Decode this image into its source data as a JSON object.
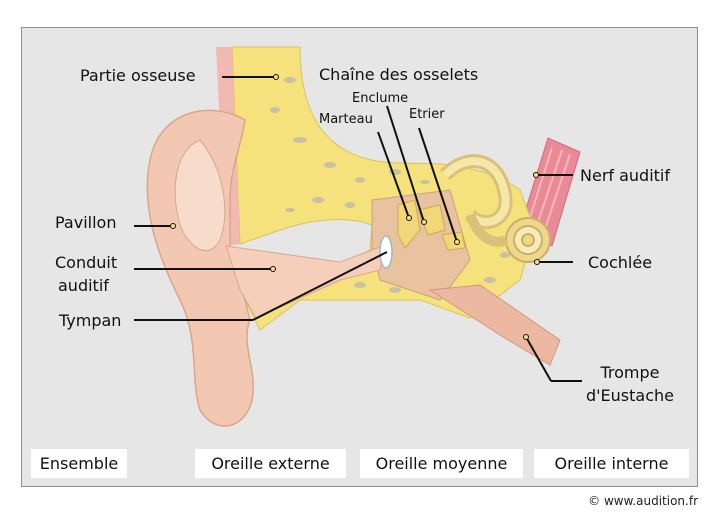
{
  "colors": {
    "background": "#e6e6e6",
    "skin": "#f3c8b2",
    "skin_light": "#f8dccb",
    "bone": "#f5e27c",
    "bone_spots": "#c9c1a3",
    "nerve": "#e67f8c",
    "leader_line": "#111111"
  },
  "labels": {
    "partie_osseuse": "Partie osseuse",
    "chaine_osselets": "Chaîne des osselets",
    "enclume": "Enclume",
    "marteau": "Marteau",
    "etrier": "Etrier",
    "nerf_auditif": "Nerf auditif",
    "pavillon": "Pavillon",
    "conduit_line1": "Conduit",
    "conduit_line2": "auditif",
    "cochlee": "Cochlée",
    "tympan": "Tympan",
    "trompe_line1": "Trompe",
    "trompe_line2": "d'Eustache"
  },
  "tabs": {
    "ensemble": "Ensemble",
    "externe": "Oreille externe",
    "moyenne": "Oreille moyenne",
    "interne": "Oreille interne"
  },
  "copyright": "© www.audition.fr"
}
